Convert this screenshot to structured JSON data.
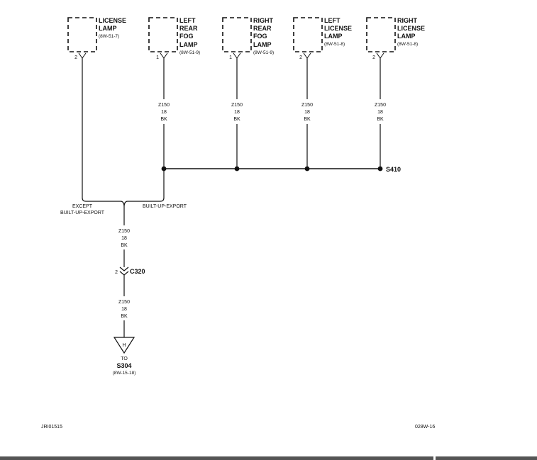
{
  "components": [
    {
      "label_lines": [
        "LICENSE",
        "LAMP"
      ],
      "ref": "(8W-51-7)",
      "pin": "2"
    },
    {
      "label_lines": [
        "LEFT",
        "REAR",
        "FOG",
        "LAMP"
      ],
      "ref": "(8W-51-9)",
      "pin": "1"
    },
    {
      "label_lines": [
        "RIGHT",
        "REAR",
        "FOG",
        "LAMP"
      ],
      "ref": "(8W-51-9)",
      "pin": "1"
    },
    {
      "label_lines": [
        "LEFT",
        "LICENSE",
        "LAMP"
      ],
      "ref": "(8W-51-8)",
      "pin": "2"
    },
    {
      "label_lines": [
        "RIGHT",
        "LICENSE",
        "LAMP"
      ],
      "ref": "(8W-51-8)",
      "pin": "2"
    }
  ],
  "wire": {
    "circuit": "Z150",
    "gauge": "18",
    "color": "BK"
  },
  "splice": {
    "name": "S410"
  },
  "option_labels": {
    "left_line1": "EXCEPT",
    "left_line2": "BUILT-UP-EXPORT",
    "right": "BUILT-UP-EXPORT"
  },
  "connector": {
    "pin": "2",
    "name": "C320"
  },
  "ground_ref": {
    "letter": "H",
    "to": "TO",
    "name": "S304",
    "ref": "(8W-15-18)"
  },
  "footer": {
    "left_code": "JRI01515",
    "right_code": "028W-16"
  }
}
